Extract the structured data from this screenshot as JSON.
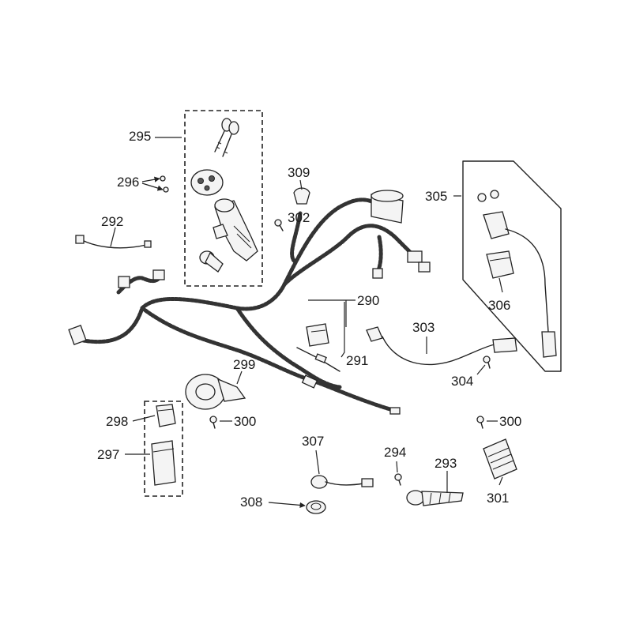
{
  "callouts": {
    "c295": "295",
    "c296": "296",
    "c292": "292",
    "c309": "309",
    "c302": "302",
    "c305": "305",
    "c306": "306",
    "c290": "290",
    "c291": "291",
    "c303": "303",
    "c304": "304",
    "c299": "299",
    "c300a": "300",
    "c300b": "300",
    "c298": "298",
    "c297": "297",
    "c307": "307",
    "c308": "308",
    "c294": "294",
    "c293": "293",
    "c301": "301"
  }
}
